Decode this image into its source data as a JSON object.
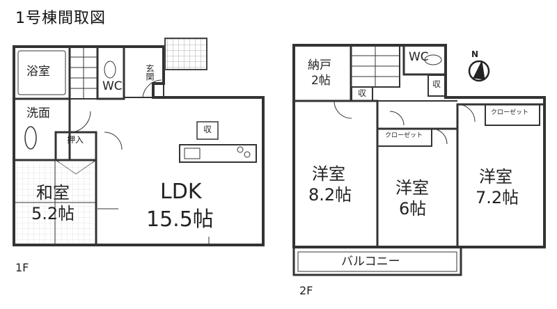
{
  "title": "1号棟間取図",
  "floor1": {
    "label": "1F",
    "bath": "浴室",
    "wc": "WC",
    "entrance": "玄関",
    "washroom": "洗面",
    "oshiire": "押入",
    "storage": "収",
    "washitsu_name": "和室",
    "washitsu_size": "5.2帖",
    "ldk_name": "LDK",
    "ldk_size": "15.5帖"
  },
  "floor2": {
    "label": "2F",
    "nando_name": "納戸",
    "nando_size": "2帖",
    "wc": "WC",
    "storage_a": "収",
    "storage_b": "収",
    "closet_mid": "クローゼット",
    "closet_right": "クローゼット",
    "room1_name": "洋室",
    "room1_size": "8.2帖",
    "room2_name": "洋室",
    "room2_size": "6帖",
    "room3_name": "洋室",
    "room3_size": "7.2帖",
    "balcony": "バルコニー"
  },
  "compass": {
    "letter": "N"
  }
}
